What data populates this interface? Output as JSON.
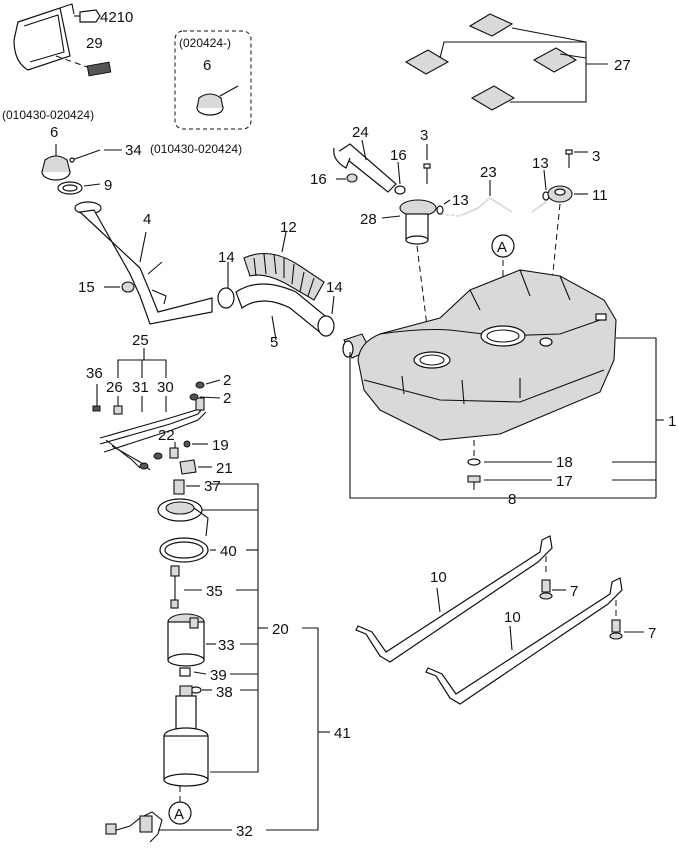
{
  "labels": {
    "p4210": "4210",
    "p29": "29",
    "d020424": "(020424-)",
    "p6a": "6",
    "d010430": "(010430-020424)",
    "p6b": "6",
    "p34": "34",
    "d34": "(010430-020424)",
    "p9": "9",
    "p4": "4",
    "p27": "27",
    "p24": "24",
    "p3a": "3",
    "p16a": "16",
    "p16b": "16",
    "p23": "23",
    "p13a": "13",
    "p3b": "3",
    "p13b": "13",
    "p11": "11",
    "p28": "28",
    "p12": "12",
    "p14a": "14",
    "p14b": "14",
    "p15": "15",
    "p5": "5",
    "pA1": "A",
    "p25": "25",
    "p36": "36",
    "p26": "26",
    "p31": "31",
    "p30": "30",
    "p2a": "2",
    "p2b": "2",
    "p1": "1",
    "p22": "22",
    "p19": "19",
    "p21": "21",
    "p18": "18",
    "p17": "17",
    "p37": "37",
    "p8": "8",
    "p40": "40",
    "p10a": "10",
    "p7a": "7",
    "p35": "35",
    "p10b": "10",
    "p33": "33",
    "p20": "20",
    "p7b": "7",
    "p39": "39",
    "p38": "38",
    "p41": "41",
    "pA2": "A",
    "p32": "32"
  }
}
